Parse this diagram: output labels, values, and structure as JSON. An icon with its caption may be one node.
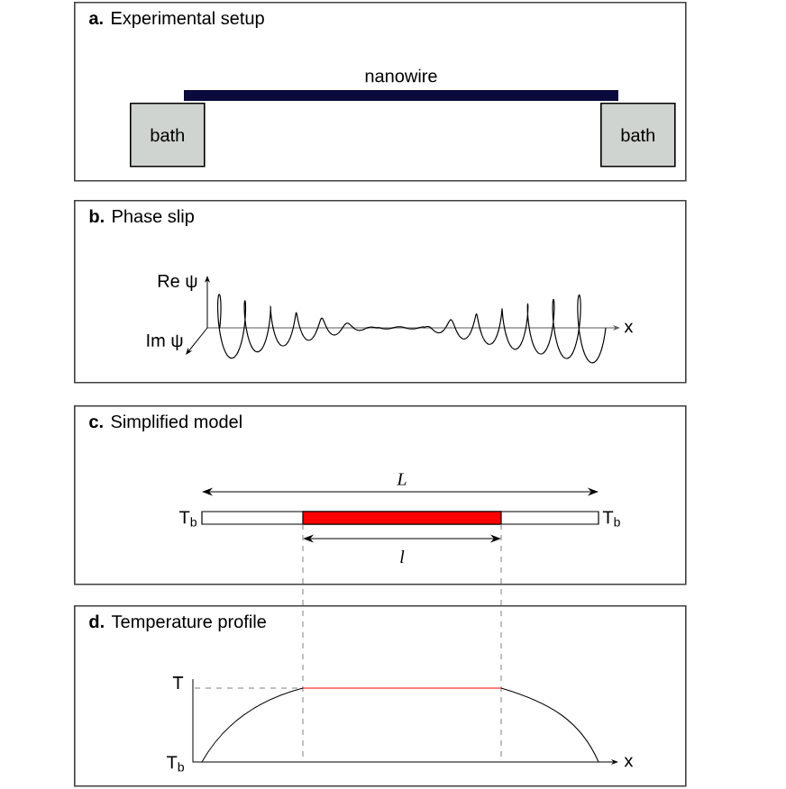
{
  "diagram": {
    "nodes": [
      {
        "text": [
          "**a.** Experimental setup"
        ]
      },
      {
        "text": [
          "nanowire"
        ],
        "in": 0
      },
      {
        "text": [
          "bath"
        ],
        "in": 0
      },
      {
        "text": [
          "bath"
        ],
        "in": 0
      },
      {
        "text": [
          "**b.** Phase slip"
        ]
      },
      {
        "text": [
          "**c.** Simplified model"
        ]
      },
      {
        "text": [
          "**d.** Temperature profile"
        ]
      }
    ],
    "labels": [
      "Re ψ",
      "Im ψ",
      "x",
      "L",
      "T$_{b}$",
      "T$_{b}$",
      "l",
      "T",
      "T$_{b}$",
      "x"
    ]
  }
}
